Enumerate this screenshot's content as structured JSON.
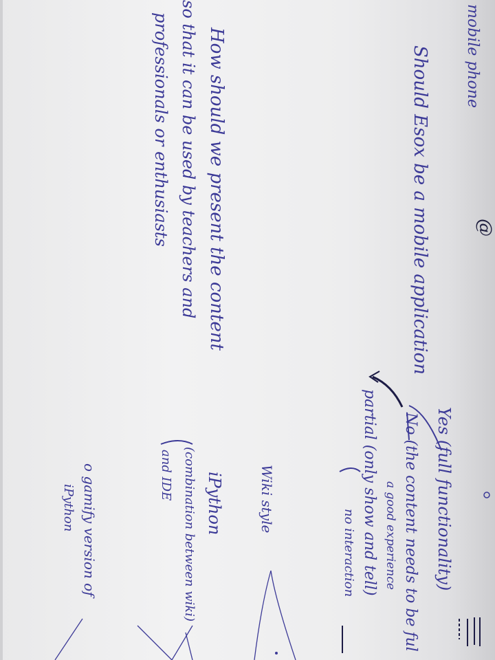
{
  "notes": {
    "mobile_phone": "mobile phone",
    "question": "Should Esox be a mobile application",
    "options": {
      "yes": "Yes (full functionality)",
      "no": "No (the content needs to be ful",
      "no_sub": "a good experience",
      "partial": "partial (only show and tell)",
      "partial_sub": "no interaction"
    },
    "presentation": {
      "line1": "How should we present the content",
      "line2": "so that it can be used by teachers and",
      "line3": "professionals or enthusiasts"
    },
    "wiki_style": "Wiki style",
    "ipython": "iPython",
    "combination": {
      "line1": "(combination between wiki)",
      "line2": "and IDE"
    },
    "gamify": {
      "line1": "o gamify version of",
      "line2": "iPython"
    },
    "at_symbol": "@"
  },
  "colors": {
    "ink": "#3c3a97",
    "dark_ink": "#1c1b45",
    "paper": "#efeff1"
  }
}
